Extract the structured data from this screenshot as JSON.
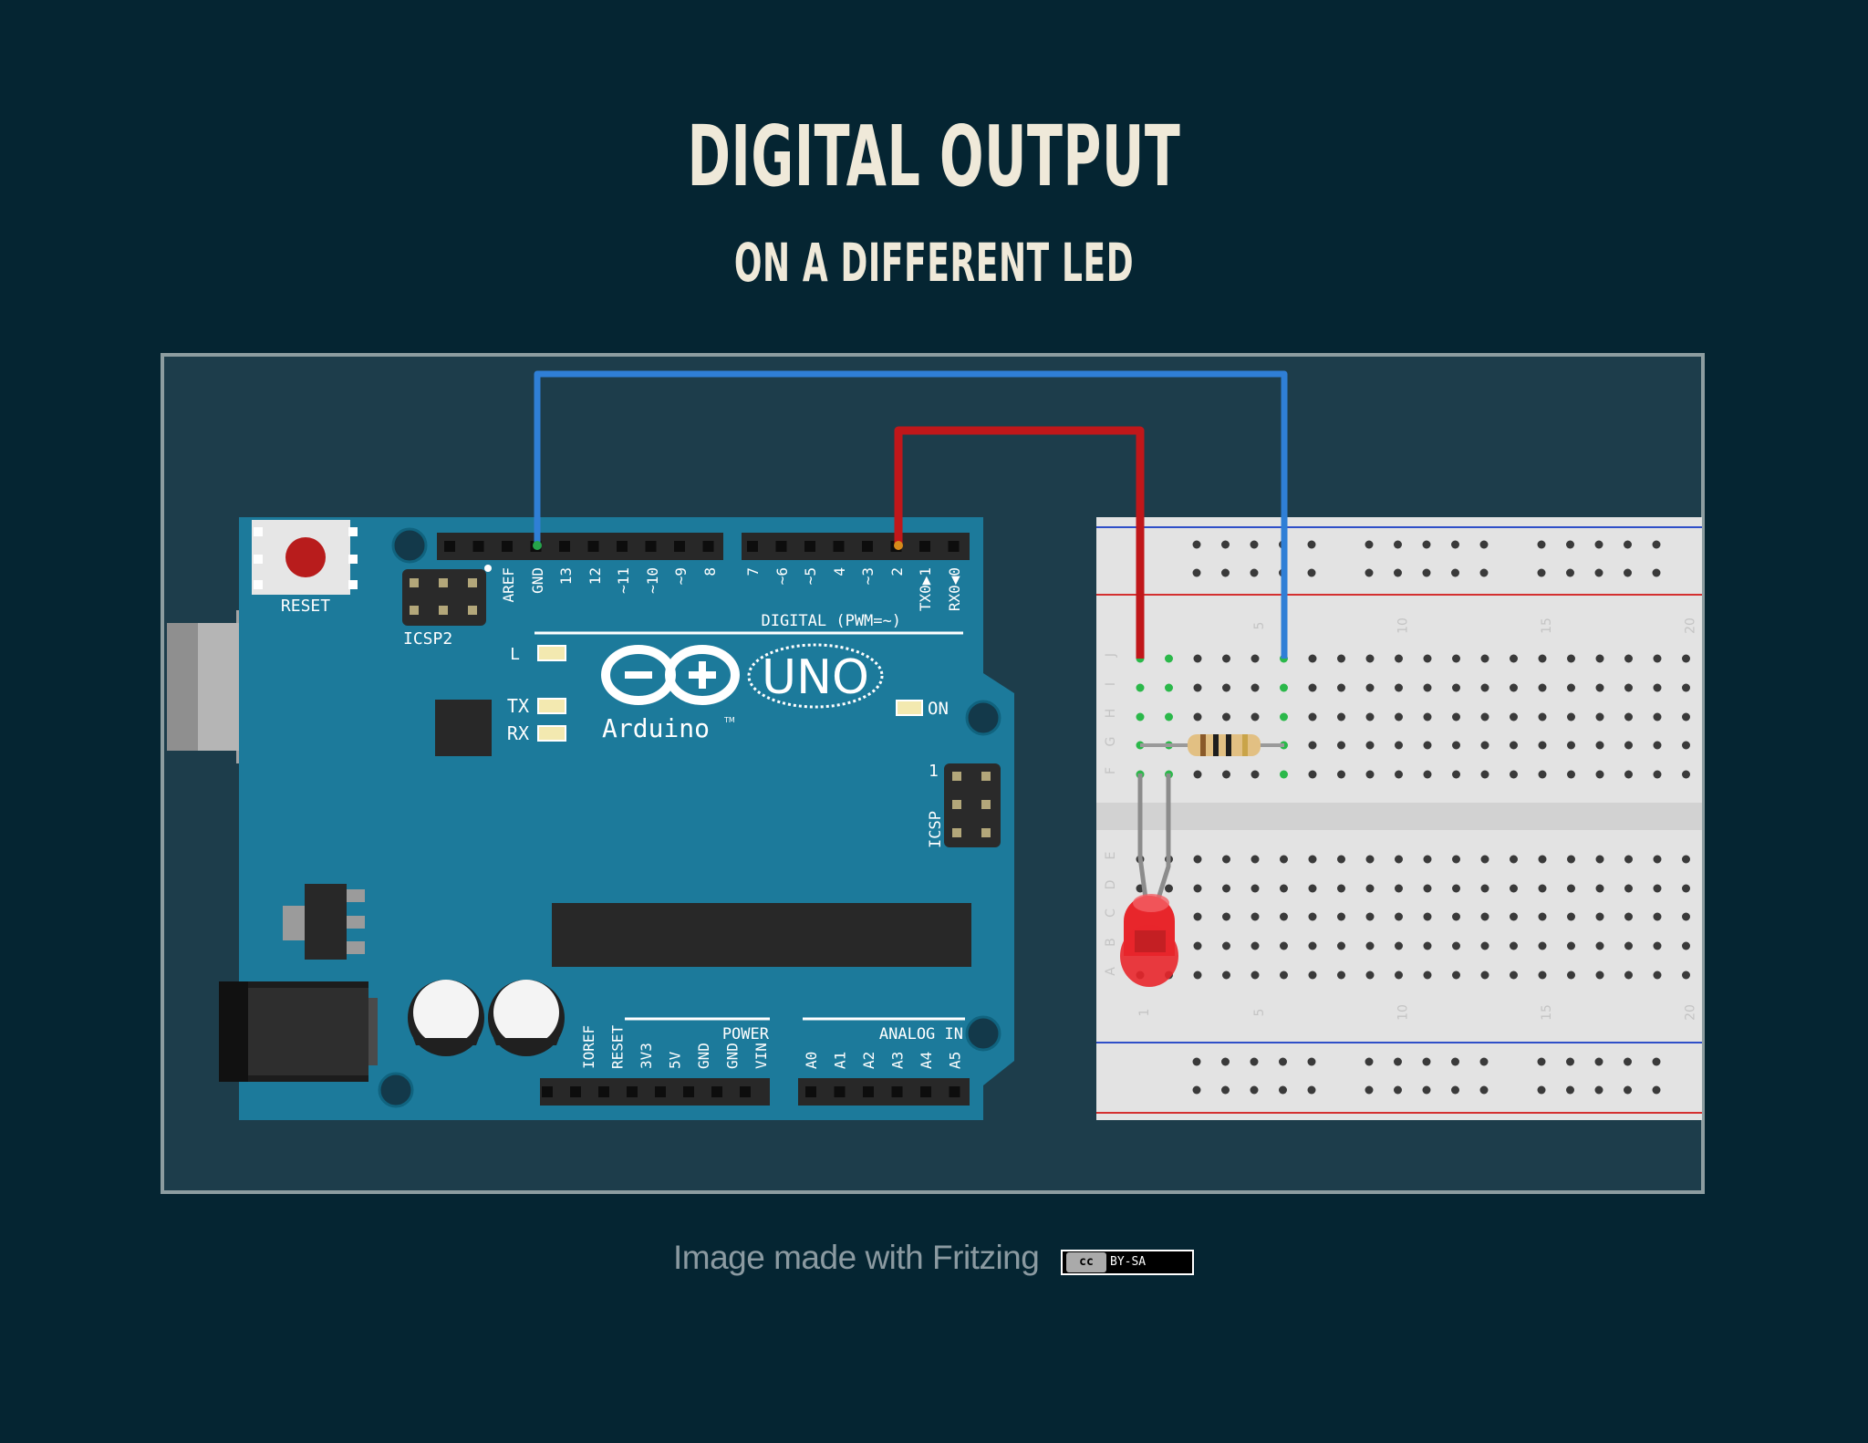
{
  "header": {
    "title": "DIGITAL OUTPUT",
    "subtitle": "ON A DIFFERENT LED"
  },
  "arduino": {
    "reset_label": "RESET",
    "icsp2_label": "ICSP2",
    "icsp_label": "ICSP",
    "icsp_pin1": "1",
    "led_l": "L",
    "led_tx": "TX",
    "led_rx": "RX",
    "led_on": "ON",
    "brand_uno": "UNO",
    "brand_name": "Arduino",
    "brand_tm": "TM",
    "digital_label": "DIGITAL (PWM=~)",
    "power_label": "POWER",
    "analog_label": "ANALOG IN",
    "digital_pins": [
      "AREF",
      "GND",
      "13",
      "12",
      "~11",
      "~10",
      "~9",
      "8",
      "7",
      "~6",
      "~5",
      "4",
      "~3",
      "2",
      "TX0▶1",
      "RX0◀0"
    ],
    "power_pins": [
      "IOREF",
      "RESET",
      "3V3",
      "5V",
      "GND",
      "GND",
      "VIN"
    ],
    "analog_pins": [
      "A0",
      "A1",
      "A2",
      "A3",
      "A4",
      "A5"
    ]
  },
  "breadboard": {
    "rows_top": [
      "J",
      "I",
      "H",
      "G",
      "F"
    ],
    "rows_bottom": [
      "E",
      "D",
      "C",
      "B",
      "A"
    ],
    "col_numbers": [
      "1",
      "5",
      "10",
      "15",
      "20"
    ]
  },
  "footer": {
    "caption": "Image made with Fritzing",
    "license_cc": "cc",
    "license_text": "BY-SA"
  },
  "colors": {
    "background": "#052532",
    "board": "#1e7a9c",
    "wire_gnd": "#2f7fd6",
    "wire_signal": "#c0171a",
    "led": "#e8262b"
  }
}
